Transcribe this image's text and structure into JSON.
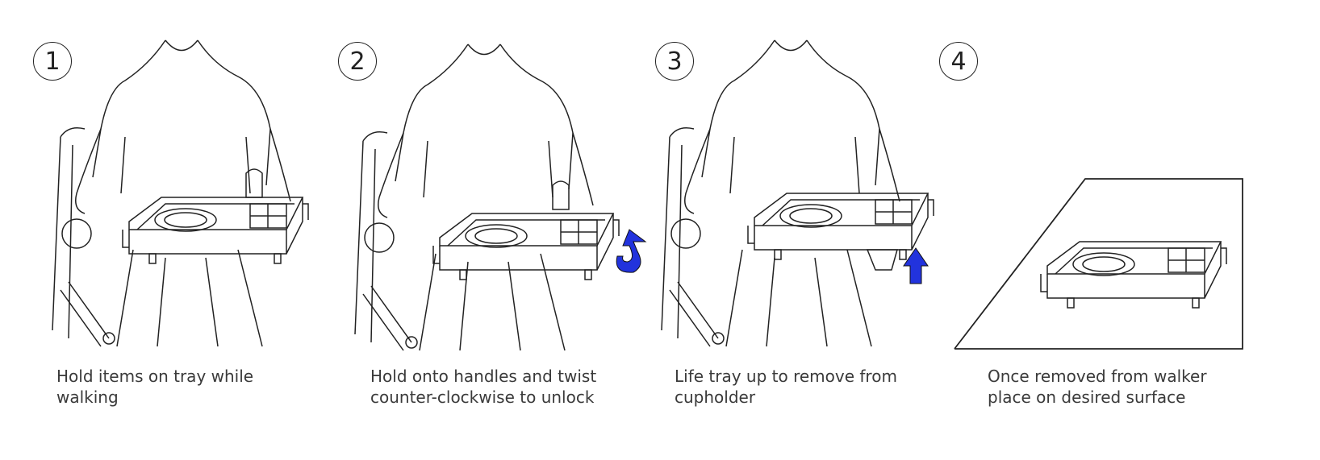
{
  "steps": [
    {
      "number": "1",
      "caption_line1": "Hold items on tray while",
      "caption_line2": "walking"
    },
    {
      "number": "2",
      "caption_line1": "Hold onto handles and twist",
      "caption_line2": "counter-clockwise to unlock"
    },
    {
      "number": "3",
      "caption_line1": "Life tray up to remove from",
      "caption_line2": "cupholder"
    },
    {
      "number": "4",
      "caption_line1": "Once removed from walker",
      "caption_line2": "place on desired surface"
    }
  ],
  "colors": {
    "arrow": "#2233dd",
    "line": "#222222"
  }
}
